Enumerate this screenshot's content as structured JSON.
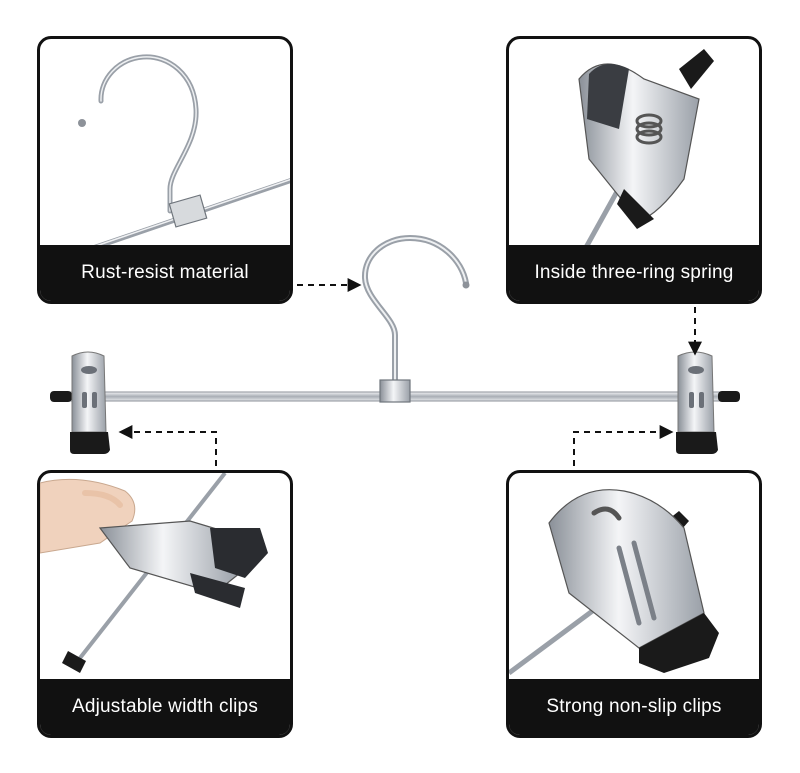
{
  "features": {
    "top_left": {
      "caption": "Rust-resist material",
      "icon": "hook-closeup-icon"
    },
    "top_right": {
      "caption": "Inside three-ring spring",
      "icon": "spring-clip-icon"
    },
    "bottom_left": {
      "caption": "Adjustable width clips",
      "icon": "hand-sliding-clip-icon"
    },
    "bottom_right": {
      "caption": "Strong non-slip clips",
      "icon": "grip-clip-icon"
    }
  },
  "colors": {
    "caption_bg": "#111111",
    "caption_text": "#ffffff",
    "metal": "#c9cdd2",
    "rubber": "#1a1a1a",
    "arrow": "#111111"
  }
}
